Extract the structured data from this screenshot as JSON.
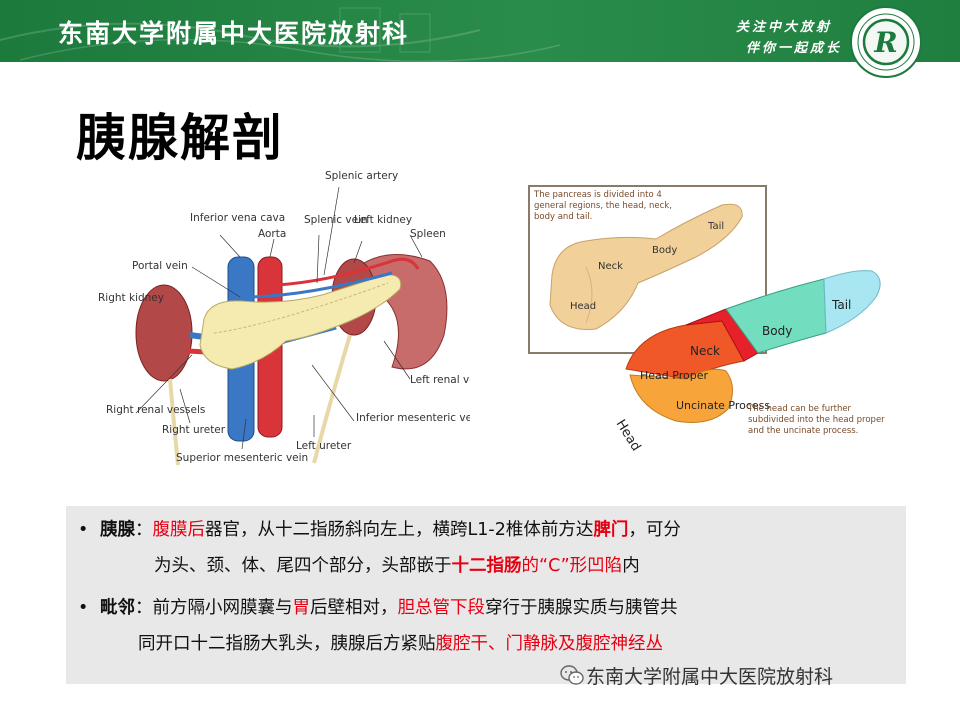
{
  "header": {
    "title": "东南大学附属中大医院放射科",
    "slogan_line1": "关注中大放射",
    "slogan_line2": "伴你一起成长",
    "logo_letter": "R"
  },
  "page_title": "胰腺解剖",
  "figure_left": {
    "labels": {
      "splenic_artery": "Splenic artery",
      "inferior_vena_cava": "Inferior vena cava",
      "aorta": "Aorta",
      "splenic_vein": "Splenic vein",
      "left_kidney": "Left kidney",
      "spleen": "Spleen",
      "portal_vein": "Portal vein",
      "right_kidney": "Right kidney",
      "left_renal_vessels": "Left renal vessels",
      "right_renal_vessels": "Right renal vessels",
      "right_ureter": "Right ureter",
      "inferior_mesenteric_vein": "Inferior mesenteric vein",
      "left_ureter": "Left ureter",
      "superior_mesenteric_vein": "Superior mesenteric vein"
    }
  },
  "figure_right": {
    "caption_top": "The pancreas is divided into 4 general regions, the head, neck, body and tail.",
    "caption_bottom": "The head can be further subdivided into the head proper and the uncinate process.",
    "labels": {
      "tail_small": "Tail",
      "body_small": "Body",
      "neck_small": "Neck",
      "head_small": "Head",
      "tail": "Tail",
      "body": "Body",
      "neck": "Neck",
      "head_proper": "Head Proper",
      "uncinate_process": "Uncinate Process",
      "head": "Head"
    }
  },
  "info": {
    "item1": {
      "bullet": "•",
      "term": "胰腺",
      "colon": "：",
      "t1": "腹膜后",
      "t2": "器官，从十二指肠斜向左上，横跨L1-2椎体前方达",
      "t3": "脾门",
      "t4": "，可分",
      "line2a": "为头、颈、体、尾四个部分，头部嵌于",
      "line2b": "十二指肠",
      "line2c": "的“C”形凹陷",
      "line2d": "内"
    },
    "item2": {
      "bullet": "•",
      "term": "毗邻",
      "colon": "：",
      "t1": "前方隔小网膜囊与",
      "t2": "胃",
      "t3": "后壁相对，",
      "t4": "胆总管下段",
      "t5": "穿行于胰腺实质与胰管共",
      "line2a": "同开口十二指肠大乳头，胰腺后方紧贴",
      "line2b": "腹腔干、门静脉及腹腔神经丛"
    }
  },
  "watermark": "东南大学附属中大医院放射科",
  "colors": {
    "header_green": "#1c7a3c",
    "highlight_red": "#e60012",
    "box_gray": "#e8e8e8"
  }
}
